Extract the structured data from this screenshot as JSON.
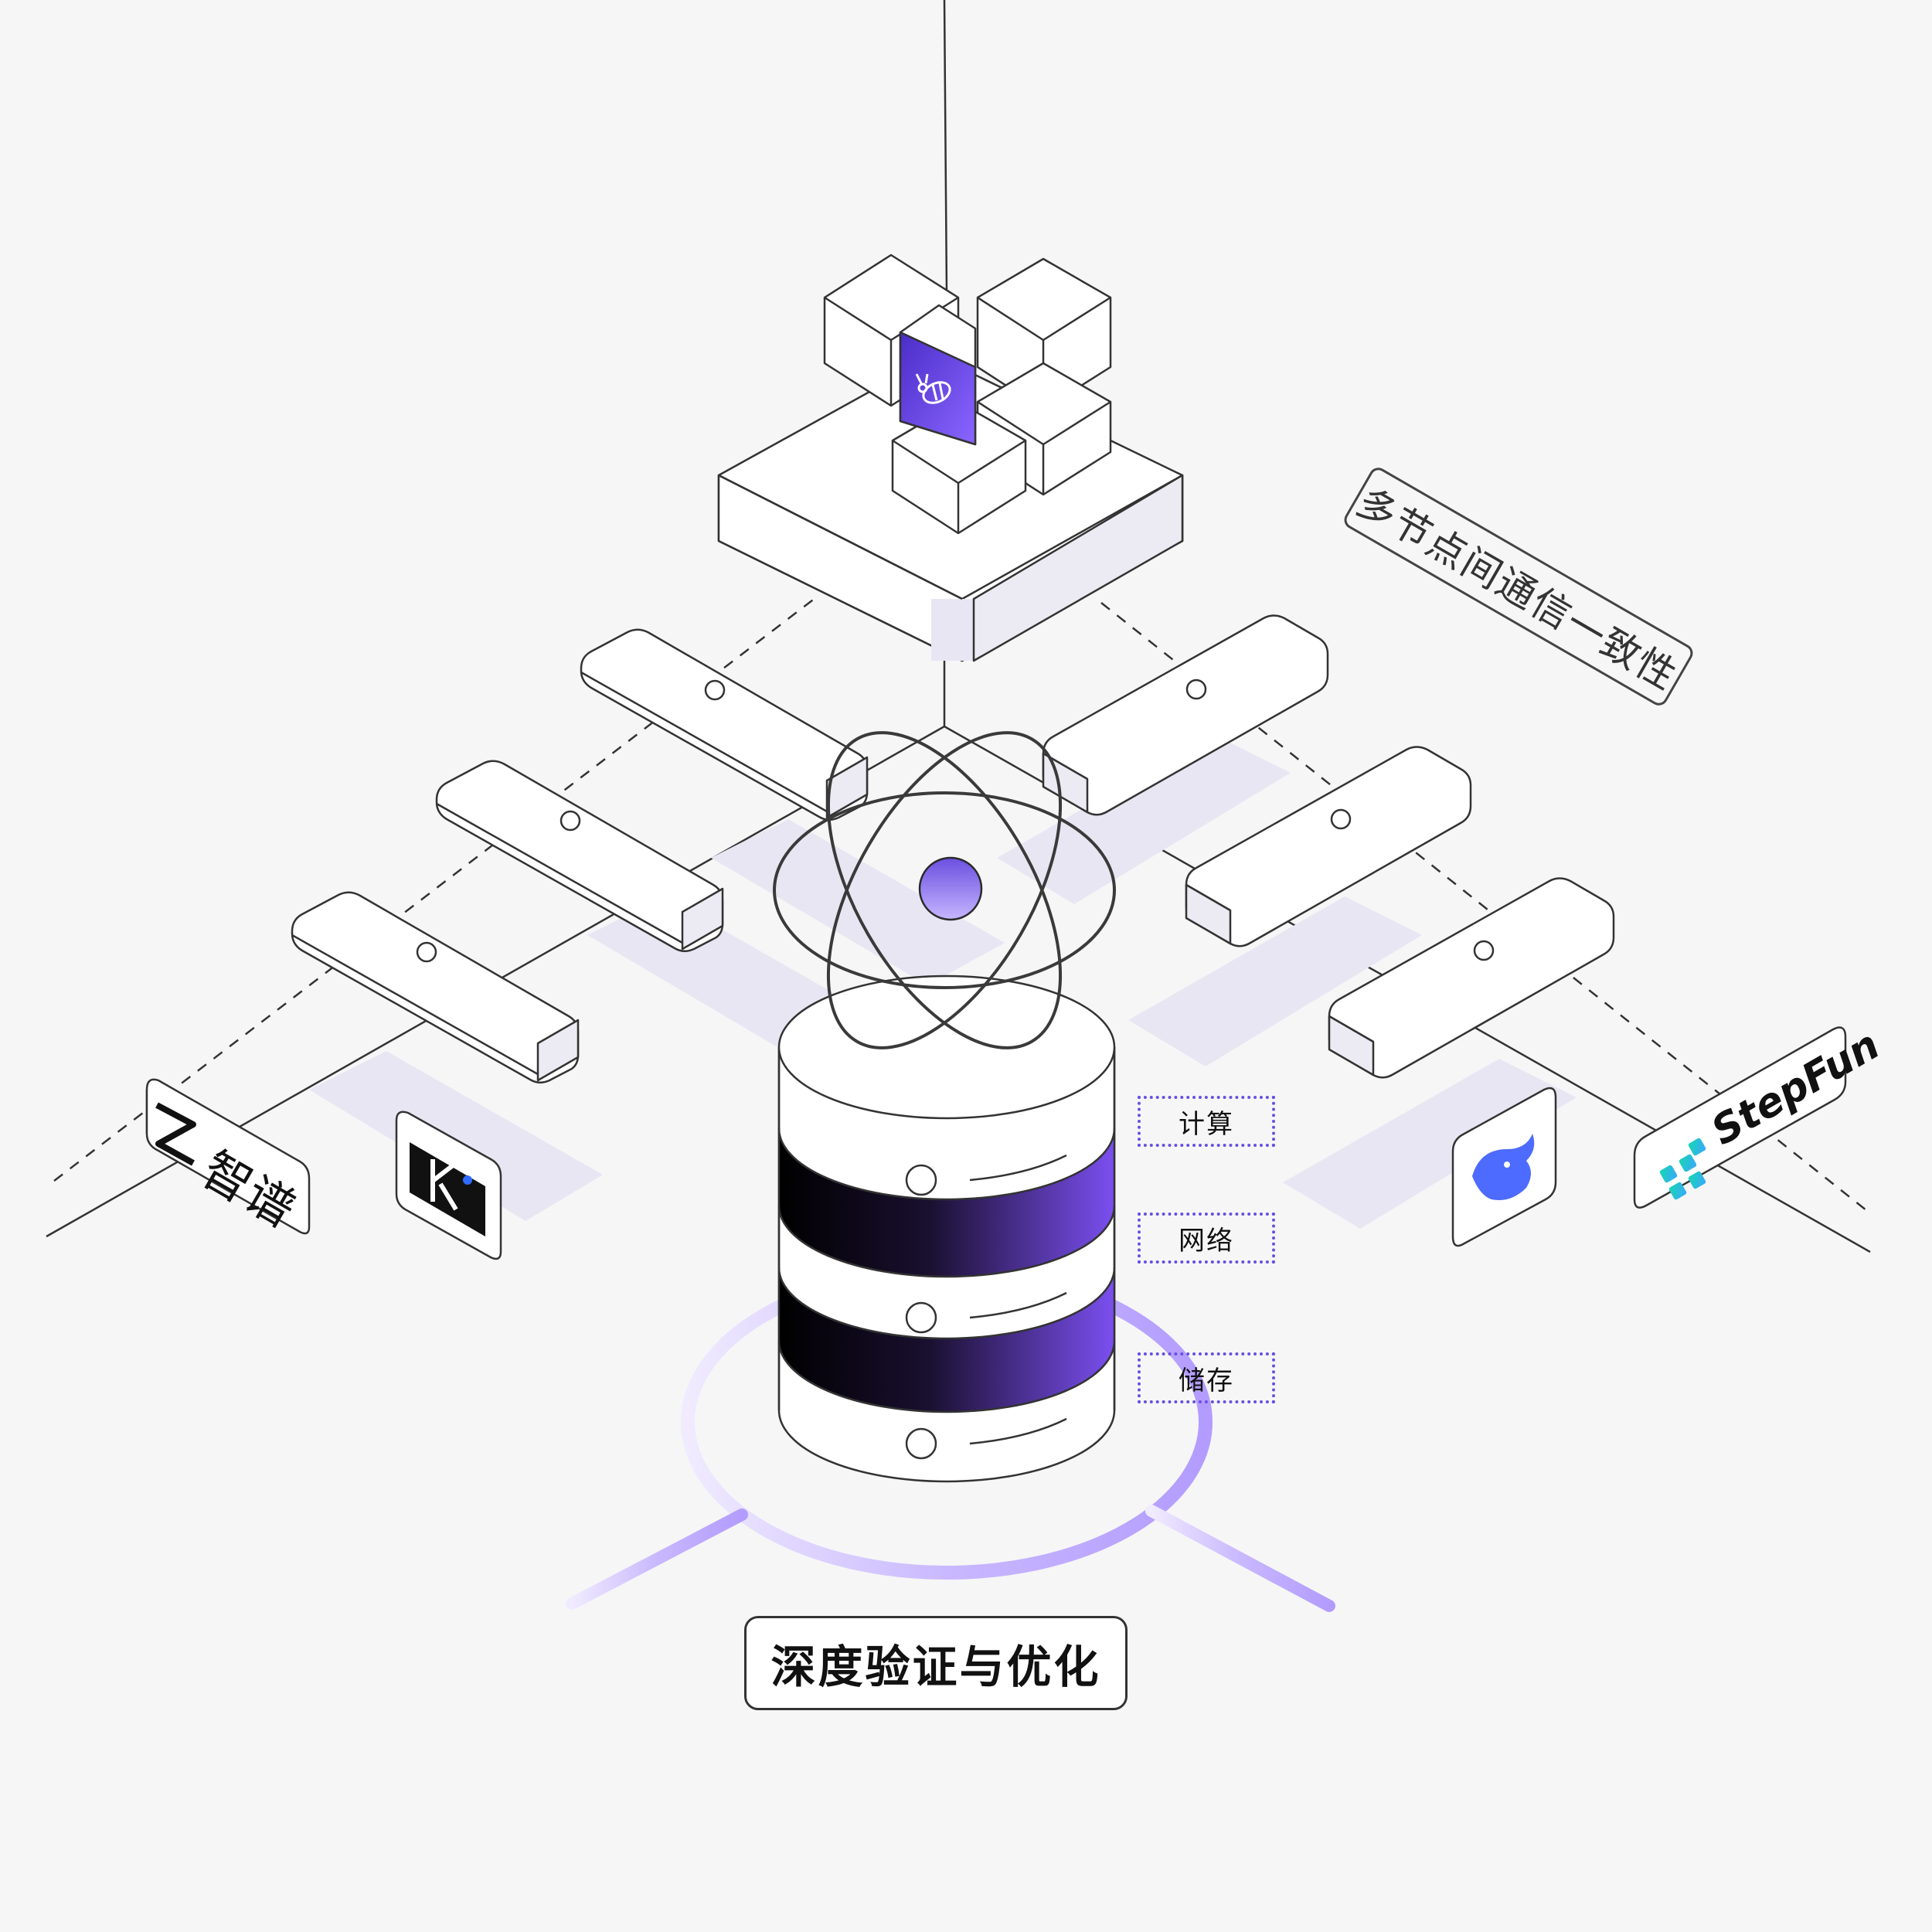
{
  "labels": {
    "compute": "计算",
    "network": "网络",
    "storage": "储存",
    "consistency": "多节点间通信一致性",
    "title": "深度验证与优化"
  },
  "logos": {
    "zhipu": "智谱",
    "stepfun": "StepFun"
  },
  "icons": {
    "center_cube": "bee-icon",
    "kimi": "kimi-logo-icon",
    "deepseek": "whale-icon",
    "zhipu": "zhipu-z-icon",
    "stepfun": "stepfun-grid-icon"
  },
  "colors": {
    "accent": "#7b4ff0",
    "accent_light": "#d9ccff",
    "panel_shadow": "#e9e6f3",
    "line": "#333333",
    "background": "#f6f6f7"
  }
}
